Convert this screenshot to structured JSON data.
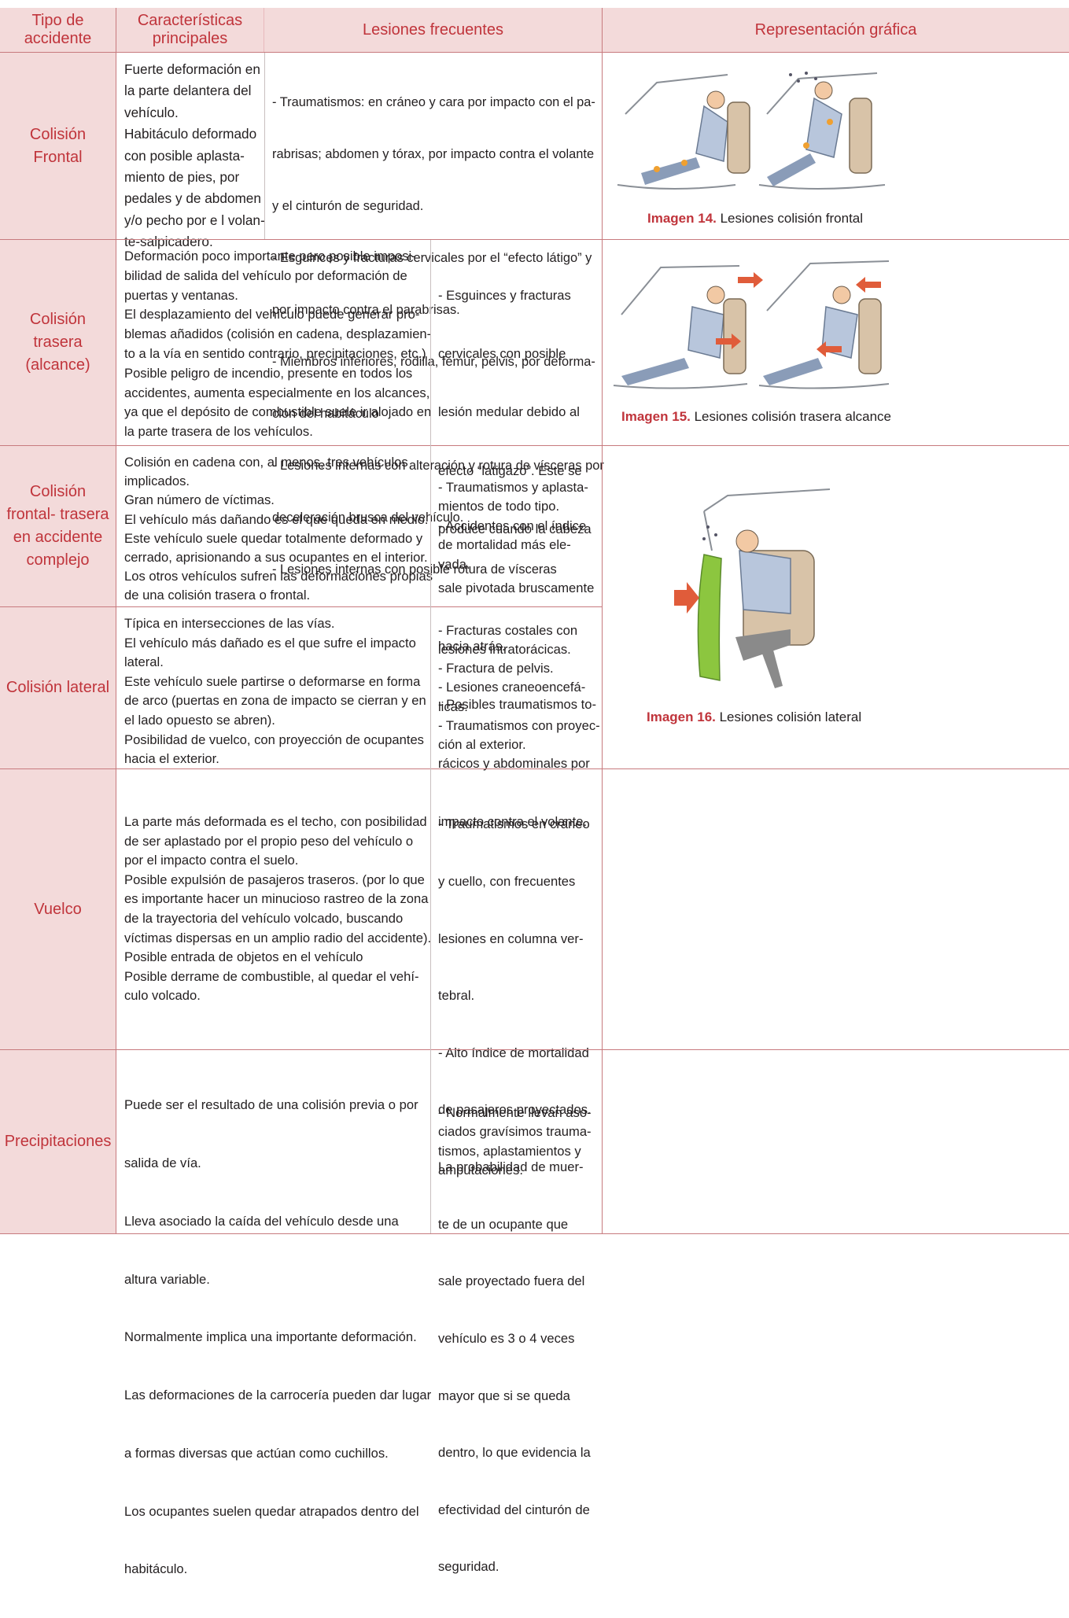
{
  "header": {
    "col_type": [
      "Tipo de",
      "accidente"
    ],
    "col_features": [
      "Características",
      "principales"
    ],
    "col_injuries": "Lesiones frecuentes",
    "col_graphic": "Representación gráfica"
  },
  "rows": [
    {
      "type": [
        "Colisión",
        "Frontal"
      ],
      "features": [
        "Fuerte deformación en",
        "la parte delantera del",
        "vehículo.",
        "Habitáculo deformado",
        "con posible aplasta-",
        "miento de pies, por",
        "pedales y de abdomen",
        "y/o pecho por e l volan-",
        "te-salpicadero."
      ],
      "injuries": [
        "- Traumatismos: en cráneo y cara por impacto con el pa-",
        "  rabrisas; abdomen y tórax, por impacto contra el volante",
        "  y el cinturón de seguridad.",
        "- Esguinces y fracturas cervicales por el “efecto látigo” y",
        "  por impacto contra el parabrisas.",
        "- Miembros inferiores, rodilla, fémur, pelvis, por deforma-",
        "  ción del habitáculo",
        "- Lesiones internas con alteración y rotura de vísceras por",
        "  deceleración brusca del vehículo.",
        "- Lesiones internas con posible rotura de vísceras"
      ],
      "caption_label": "Imagen 14.",
      "caption_text": " Lesiones colisión frontal"
    },
    {
      "type": [
        "Colisión",
        "trasera",
        "(alcance)"
      ],
      "features": [
        "Deformación poco importante pero posible imposi-",
        "bilidad de salida del vehículo por deformación de",
        "puertas y ventanas.",
        "El desplazamiento del vehículo puede generar pro-",
        "blemas añadidos (colisión en cadena, desplazamien-",
        "to a la vía en sentido contrario, precipitaciones, etc.)",
        "Posible peligro de incendio, presente en todos los",
        "accidentes, aumenta especialmente en los alcances,",
        "ya que el depósito de combustible suele ir alojado en",
        "la parte trasera de los vehículos."
      ],
      "injuries": [
        "- Esguinces y fracturas",
        "  cervicales con posible",
        "  lesión medular debido al",
        "  efecto “latigazo”. Este se",
        "  produce cuando la cabeza",
        "  sale pivotada bruscamente",
        "  hacia atrás.",
        "- Posibles traumatismos to-",
        "  rácicos y abdominales por",
        "  impacto contra el volante."
      ],
      "caption_label": "Imagen 15.",
      "caption_text": " Lesiones colisión trasera alcance"
    },
    {
      "type": [
        "Colisión",
        "frontal- trasera",
        "en accidente",
        "complejo"
      ],
      "features": [
        "Colisión en cadena con, al menos, tres vehículos",
        "implicados.",
        "Gran número de víctimas.",
        "El vehículo más dañando es el que queda en medio.",
        "Este vehículo suele quedar totalmente deformado y",
        "cerrado, aprisionando a sus ocupantes en el interior.",
        "Los otros vehículos sufren las deformaciones propias",
        "de una colisión trasera o frontal."
      ],
      "injuries": [
        "- Traumatismos y aplasta-",
        "  mientos de todo tipo.",
        "- Accidentes con el índice",
        "  de mortalidad más ele-",
        "  vada."
      ]
    },
    {
      "type": [
        "Colisión lateral"
      ],
      "features": [
        "Típica en intersecciones de las vías.",
        "El vehículo más dañado es el que sufre el impacto",
        "lateral.",
        "Este vehículo suele partirse o deformarse en forma",
        "de arco (puertas en zona de impacto se cierran y en",
        "el lado opuesto se abren).",
        "Posibilidad de vuelco, con proyección de ocupantes",
        "hacia el exterior."
      ],
      "injuries": [
        "- Fracturas costales con",
        "  lesiones intratorácicas.",
        "- Fractura de pelvis.",
        "- Lesiones craneoencefá-",
        "  licas.",
        "- Traumatismos con proyec-",
        "  ción al exterior."
      ],
      "caption_label": "Imagen 16.",
      "caption_text": " Lesiones colisión lateral"
    },
    {
      "type": [
        "Vuelco"
      ],
      "features": [
        "La parte más deformada es el techo, con posibilidad",
        "de ser aplastado por el propio peso del vehículo o",
        "por el impacto contra el suelo.",
        "Posible expulsión de pasajeros traseros. (por lo que",
        "es importante hacer un minucioso rastreo de la zona",
        "de la trayectoria del vehículo volcado, buscando",
        "víctimas dispersas en un amplio radio del accidente).",
        " Posible entrada de objetos en el vehículo",
        "Posible derrame de combustible, al quedar el vehí-",
        "culo volcado."
      ],
      "injuries": [
        "- Traumatismos en cráneo",
        "  y cuello, con frecuentes",
        "  lesiones en columna ver-",
        "  tebral.",
        "- Alto índice de mortalidad",
        "  de pasajeros proyectados.",
        "  La probabilidad de muer-",
        "  te de un ocupante que",
        "  sale proyectado fuera del",
        "  vehículo es 3 o 4 veces",
        "  mayor que si se queda",
        "  dentro, lo que evidencia la",
        "  efectividad del cinturón de",
        "  seguridad."
      ]
    },
    {
      "type": [
        "Precipitaciones"
      ],
      "features": [
        "Puede ser el resultado de una colisión previa o por",
        "salida de vía.",
        " Lleva asociado la caída del vehículo desde una",
        "altura variable.",
        "Normalmente implica una importante deformación.",
        "Las deformaciones de la carrocería pueden dar lugar",
        "a formas diversas que actúan como cuchillos.",
        "Los ocupantes suelen quedar atrapados dentro del",
        "habitáculo."
      ],
      "injuries": [
        "- Normalmente llevan aso-",
        "  ciados gravísimos trauma-",
        "  tismos, aplastamientos y",
        "  amputaciones."
      ]
    }
  ],
  "colors": {
    "header_bg": "#f3dada",
    "accent": "#c0343b",
    "rule": "#c77a7e"
  }
}
